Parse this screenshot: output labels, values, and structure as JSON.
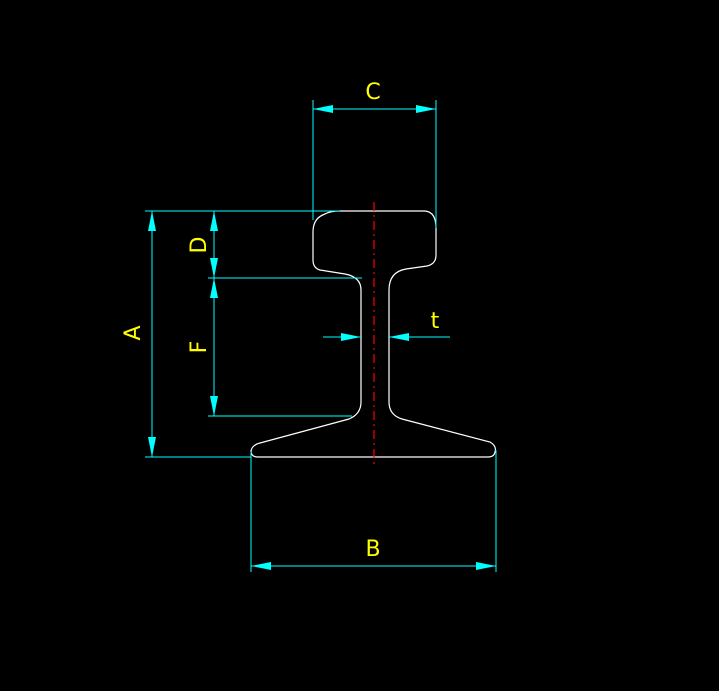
{
  "drawing": {
    "dimension_labels": {
      "a": "A",
      "b": "B",
      "c": "C",
      "d": "D",
      "f": "F",
      "t": "t"
    },
    "colors": {
      "background": "#000000",
      "profile": "#ffffff",
      "dimension": "#00ffff",
      "label": "#ffff00",
      "centerline": "#ff0000"
    }
  }
}
